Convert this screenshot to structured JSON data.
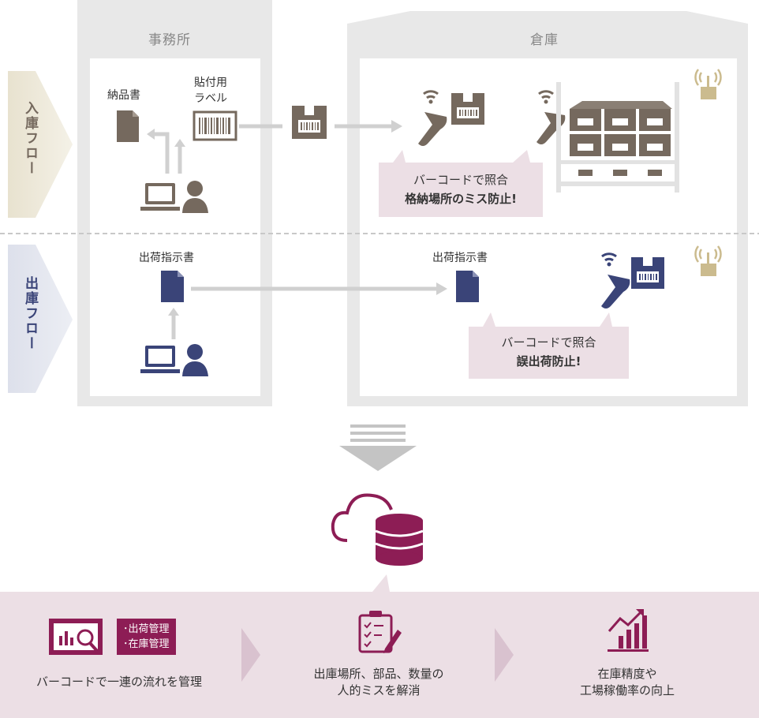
{
  "office": {
    "title": "事務所"
  },
  "warehouse": {
    "title": "倉庫"
  },
  "inbound_flow": {
    "label": "入庫フロー"
  },
  "outbound_flow": {
    "label": "出庫フロー"
  },
  "inbound": {
    "delivery_note": "納品書",
    "label_line1": "貼付用",
    "label_line2": "ラベル",
    "bubble_line1": "バーコードで照合",
    "bubble_line2": "格納場所のミス防止!"
  },
  "outbound": {
    "office_doc": "出荷指示書",
    "warehouse_doc": "出荷指示書",
    "bubble_line1": "バーコードで照合",
    "bubble_line2": "誤出荷防止!"
  },
  "summary": {
    "tag_line1": "･出荷管理",
    "tag_line2": "･在庫管理",
    "benefit1": "バーコードで一連の流れを管理",
    "benefit2_line1": "出庫場所、部品、数量の",
    "benefit2_line2": "人的ミスを解消",
    "benefit3_line1": "在庫精度や",
    "benefit3_line2": "工場稼働率の向上"
  },
  "colors": {
    "inbound": "#75695e",
    "outbound": "#3a4478",
    "accent": "#8d1d55",
    "bubble_bg": "#ecdfe5",
    "building": "#e8e8e8"
  }
}
